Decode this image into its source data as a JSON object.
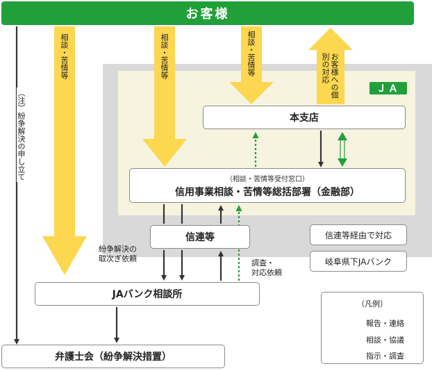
{
  "customer": {
    "label": "お客様"
  },
  "arrows": {
    "consult_1": "相談・苦情等",
    "consult_2": "相談・苦情等",
    "consult_3": "相談・苦情等",
    "response": "お客様への個別の対応"
  },
  "ja": {
    "badge": "ＪＡ"
  },
  "head_office": {
    "label": "本支店"
  },
  "credit_dept": {
    "sub_label": "（相談・苦情等受付窓口）",
    "label": "信用事業相談・苦情等総括部署（金融部）"
  },
  "shinren": {
    "label": "信連等"
  },
  "via_shinren": {
    "label": "信連等経由で対応"
  },
  "gifu": {
    "label": "岐阜県下JAバンク"
  },
  "ja_bank_consult": {
    "label": "JAバンク相談所"
  },
  "bar_assoc": {
    "label": "弁護士会（紛争解決措置）"
  },
  "note": {
    "label": "（注）紛争解決の申し立て"
  },
  "annotations": {
    "dispute_request": [
      "紛争解決の",
      "取次ぎ依頼"
    ],
    "investigation_request": [
      "調査・",
      "対応依頼"
    ]
  },
  "legend": {
    "title": "（凡例）",
    "items": [
      {
        "label": "報告・連絡",
        "style": "solid-black"
      },
      {
        "label": "相談・協議",
        "style": "double-green"
      },
      {
        "label": "指示・調査",
        "style": "dotted-green"
      }
    ]
  },
  "colors": {
    "green": "#21a03a",
    "yellow": "#fcd74f",
    "gray_panel": "#d9d9d9",
    "cream_panel": "#f6f3df",
    "black": "#333333"
  }
}
